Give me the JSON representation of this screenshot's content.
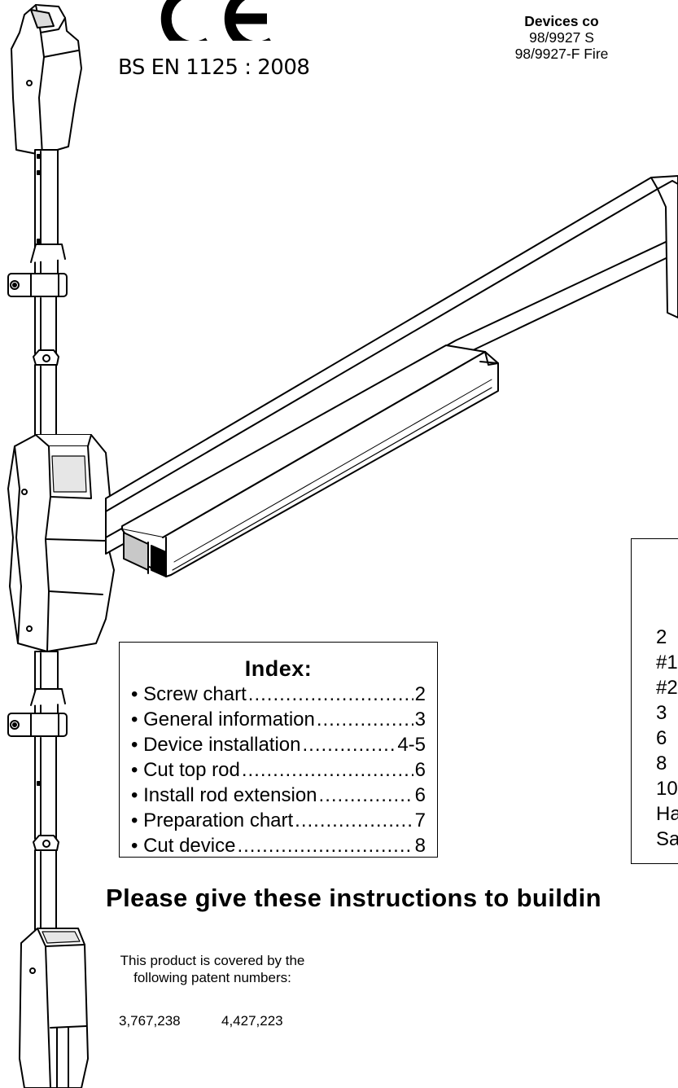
{
  "certification": {
    "mark": "CE",
    "standard": "BS EN 1125 : 2008"
  },
  "devices": {
    "title": "Devices co",
    "line1": "98/9927 S",
    "line2": "98/9927-F Fire"
  },
  "index": {
    "title": "Index:",
    "items": [
      {
        "label": "• Screw chart",
        "page": "2"
      },
      {
        "label": "• General information",
        "page": "3"
      },
      {
        "label": "• Device installation",
        "page": "4-5"
      },
      {
        "label": "• Cut top rod",
        "page": "6"
      },
      {
        "label": "• Install rod extension",
        "page": "6"
      },
      {
        "label": "• Preparation chart",
        "page": "7"
      },
      {
        "label": "• Cut device",
        "page": "8"
      }
    ]
  },
  "tools_list": {
    "items": [
      "2",
      "#1",
      "#2",
      "3",
      "6",
      "8",
      "10",
      "Ha",
      "Sa"
    ]
  },
  "notice": "Please give these instructions to buildin",
  "patents": {
    "intro": "This product is covered by the following patent numbers:",
    "numbers": [
      "3,767,238",
      "4,427,223"
    ]
  },
  "colors": {
    "ink": "#000000",
    "paper": "#ffffff"
  }
}
